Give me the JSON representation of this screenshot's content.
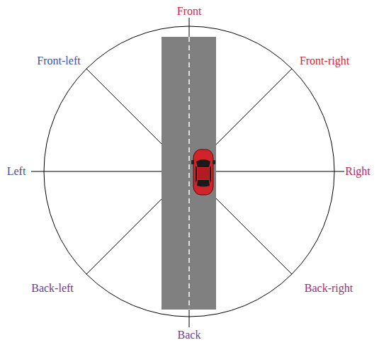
{
  "diagram": {
    "labels": [
      "Front",
      "Front-right",
      "Right",
      "Back-right",
      "Back",
      "Back-left",
      "Left",
      "Front-left"
    ]
  }
}
